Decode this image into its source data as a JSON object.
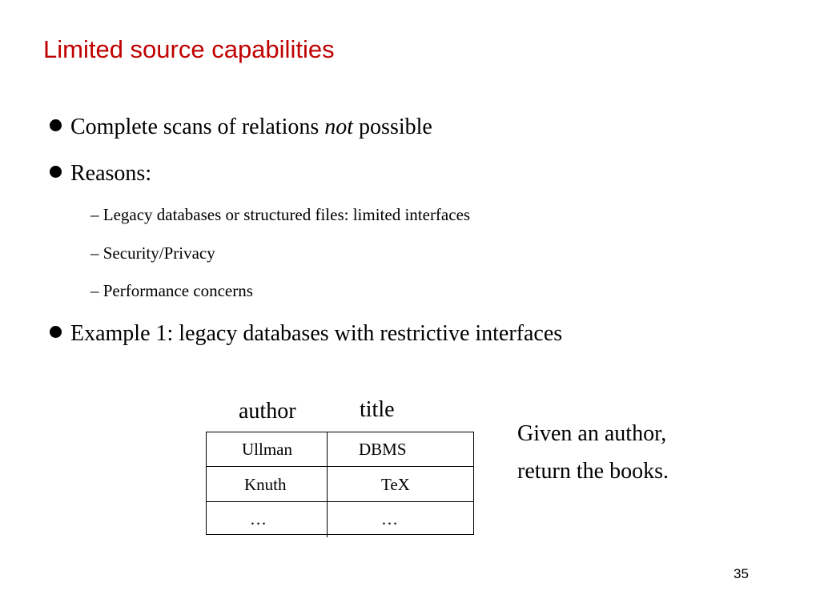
{
  "slide": {
    "title": "Limited source capabilities",
    "page_number": "35"
  },
  "bullets": [
    {
      "before": "Complete scans of relations ",
      "emphasis": "not",
      "after": " possible"
    },
    {
      "text": "Reasons:"
    },
    {
      "text": "Example 1: legacy databases with restrictive interfaces"
    }
  ],
  "sub_bullets": [
    "– Legacy databases or structured files: limited interfaces",
    "– Security/Privacy",
    "– Performance concerns"
  ],
  "table": {
    "headers": [
      "author",
      "title"
    ],
    "rows": [
      [
        "Ullman",
        "DBMS"
      ],
      [
        "Knuth",
        "TeX"
      ],
      [
        "…",
        "…"
      ]
    ]
  },
  "note": {
    "line1": "Given an author,",
    "line2": "return the books."
  }
}
